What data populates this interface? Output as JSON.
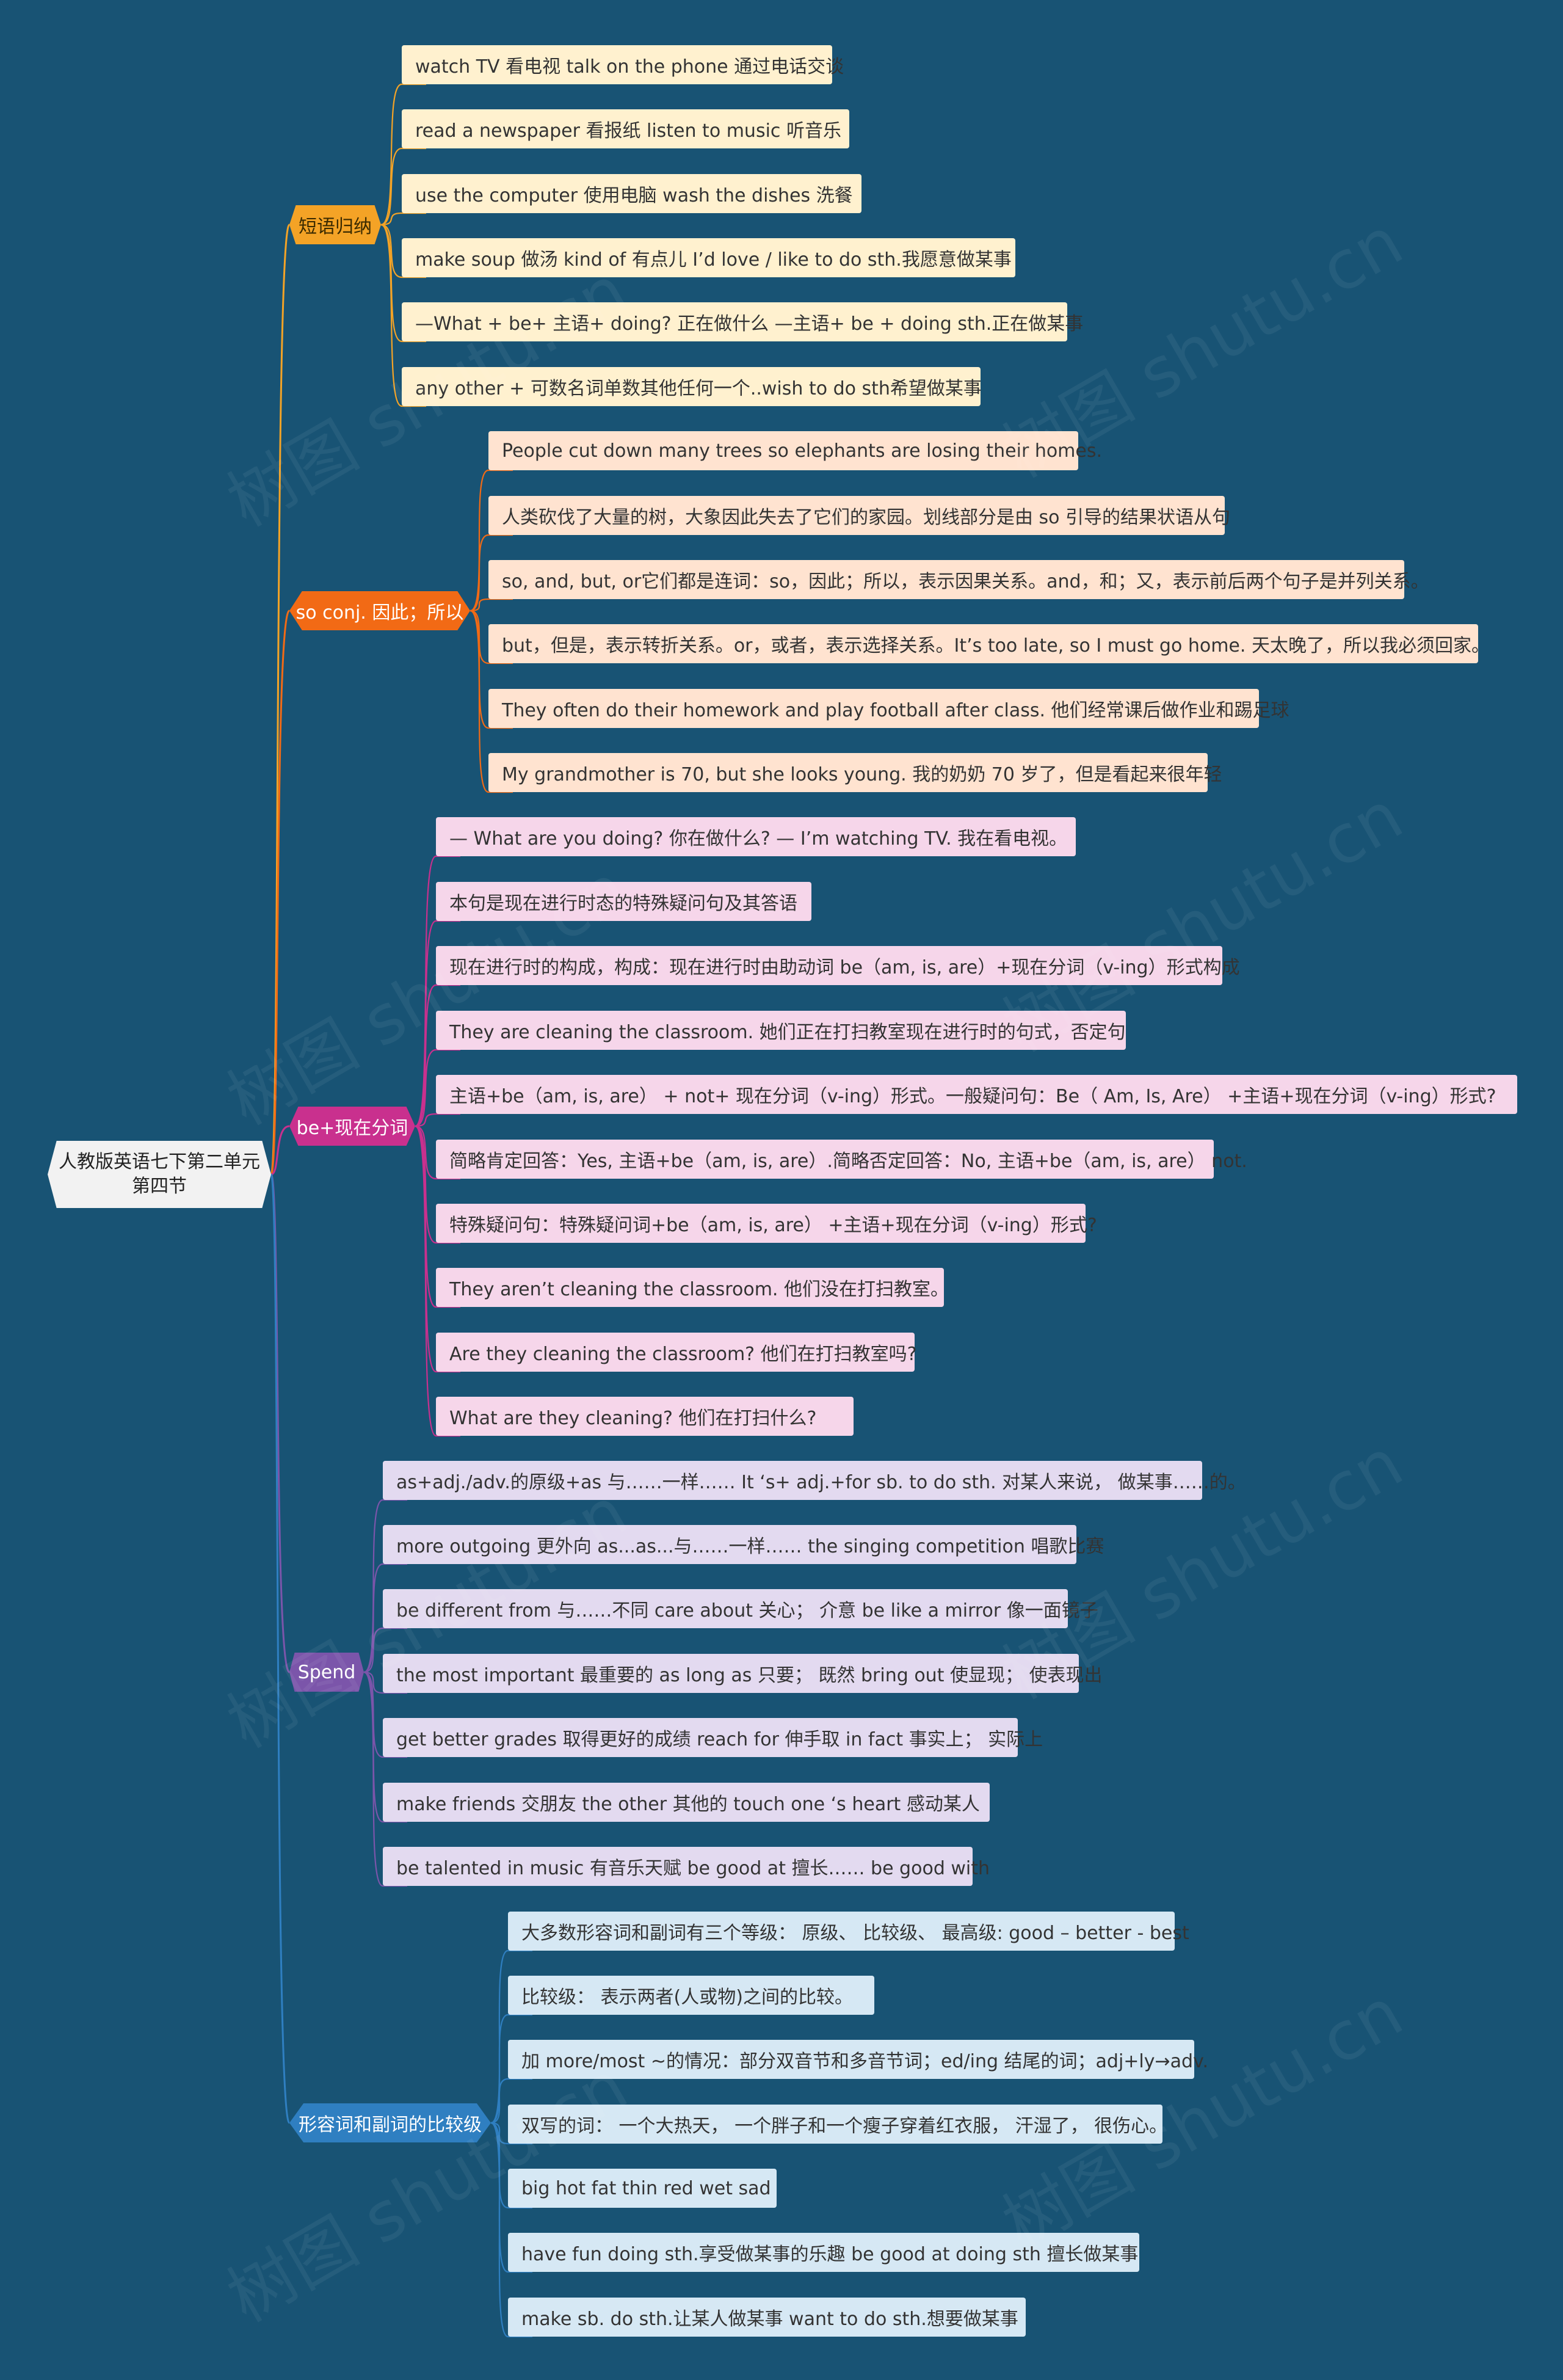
{
  "root": {
    "line1": "人教版英语七下第二单元",
    "line2": "第四节"
  },
  "watermark": "树图 shutu.cn",
  "branches": [
    {
      "label": "短语归纳",
      "color": "#f4a326",
      "items": [
        "watch TV 看电视 talk on the phone 通过电话交谈",
        "read a newspaper 看报纸  listen to music 听音乐",
        "use the computer 使用电脑  wash the dishes 洗餐",
        "make soup 做汤  kind of 有点儿 I’d love / like to do sth.我愿意做某事",
        "—What + be+ 主语+ doing? 正在做什么  —主语+ be + doing sth.正在做某事",
        "any other + 可数名词单数其他任何一个..wish to do sth希望做某事"
      ]
    },
    {
      "label": "so conj. 因此；所以",
      "color": "#f26a15",
      "items": [
        "People cut down many trees so elephants are losing their homes.",
        "人类砍伐了大量的树，大象因此失去了它们的家园。划线部分是由 so 引导的结果状语从句",
        "so, and, but, or它们都是连词：so，因此；所以，表示因果关系。and，和；又，表示前后两个句子是并列关系。",
        "but，但是，表示转折关系。or，或者，表示选择关系。It’s too late, so I must go home. 天太晚了，所以我必须回家。",
        "They often do their homework and play football after class. 他们经常课后做作业和踢足球",
        "My grandmother is 70, but she looks young. 我的奶奶 70 岁了，但是看起来很年轻"
      ]
    },
    {
      "label": "be+现在分词",
      "color": "#c9308e",
      "items": [
        "— What are you doing? 你在做什么? — I’m watching TV. 我在看电视。",
        "本句是现在进行时态的特殊疑问句及其答语",
        "现在进行时的构成，构成：现在进行时由助动词 be（am, is, are）+现在分词（v-ing）形式构成",
        "They are cleaning the classroom. 她们正在打扫教室现在进行时的句式，否定句",
        "主语+be（am, is, are） + not+ 现在分词（v-ing）形式。一般疑问句：Be（ Am, Is, Are） +主语+现在分词（v-ing）形式?",
        "简略肯定回答：Yes, 主语+be（am, is, are）.简略否定回答：No, 主语+be（am, is, are） not.",
        "特殊疑问句：特殊疑问词+be（am, is, are） +主语+现在分词（v-ing）形式?",
        "They aren’t cleaning the classroom. 他们没在打扫教室。",
        "Are they cleaning the classroom? 他们在打扫教室吗?",
        "What are they cleaning?  他们在打扫什么?"
      ]
    },
    {
      "label": "Spend",
      "color": "#7b55aa",
      "items": [
        "as+adj./adv.的原级+as 与……一样…… It ‘s+ adj.+for sb. to do sth. 对某人来说， 做某事……的。",
        "more outgoing 更外向 as...as...与……一样…… the singing competition 唱歌比赛",
        "be different from 与……不同 care about 关心；  介意 be like a mirror 像一面镜子",
        "the most important 最重要的 as long as 只要；  既然 bring out 使显现；  使表现出",
        "get better grades 取得更好的成绩 reach for 伸手取 in fact 事实上；  实际上",
        "make friends 交朋友 the other 其他的 touch one ‘s heart 感动某人",
        "be talented in music 有音乐天赋 be good at 擅长…… be good with"
      ]
    },
    {
      "label": "形容词和副词的比较级",
      "color": "#2f7fc1",
      "items": [
        "大多数形容词和副词有三个等级：  原级、  比较级、  最高级: good – better - best",
        "比较级：  表示两者(人或物)之间的比较。",
        "加 more/most ~的情况：部分双音节和多音节词；ed/ing 结尾的词；adj+ly→adv.",
        "双写的词：  一个大热天，  一个胖子和一个瘦子穿着红衣服，  汗湿了，  很伤心。",
        "big hot fat thin red wet sad",
        "have fun doing sth.享受做某事的乐趣 be good at doing sth 擅长做某事",
        "make sb. do sth.让某人做某事 want to do sth.想要做某事"
      ]
    }
  ]
}
